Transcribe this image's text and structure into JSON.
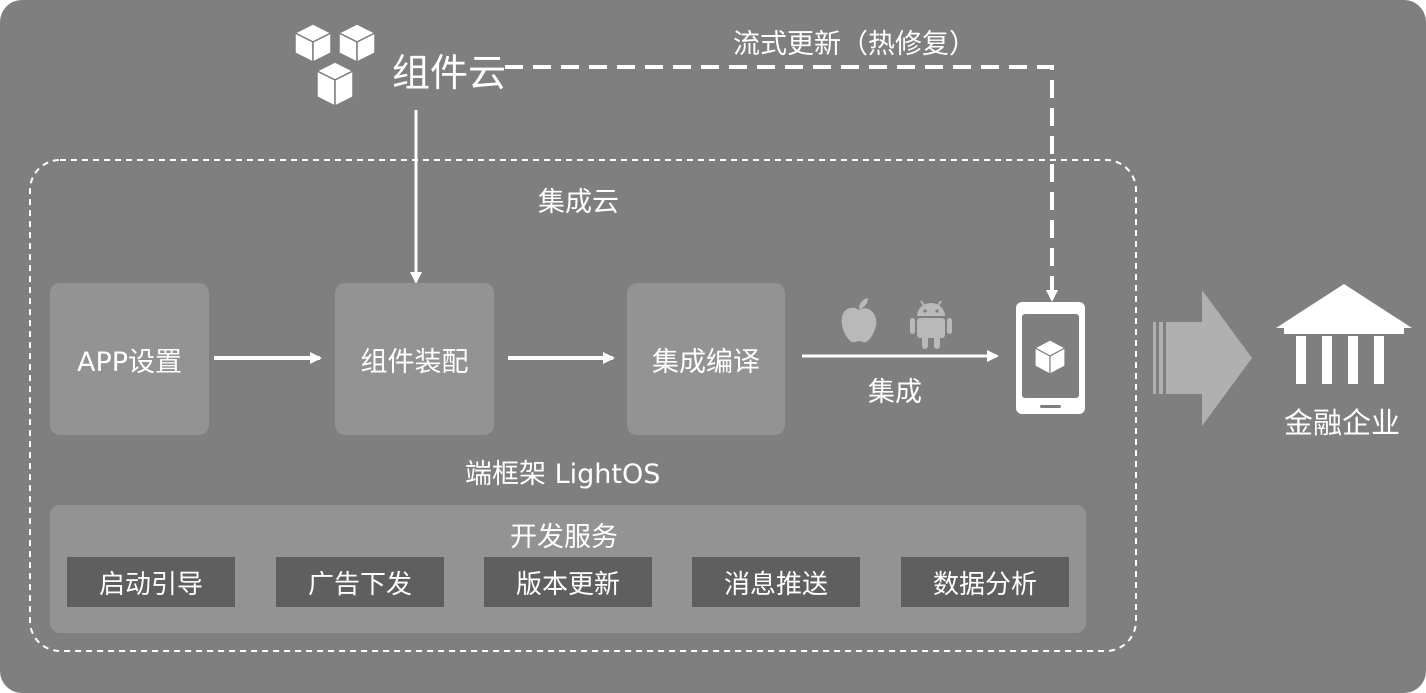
{
  "component_cloud": {
    "label": "组件云",
    "icon": "cubes-icon"
  },
  "stream_update": {
    "label": "流式更新（热修复）"
  },
  "integration_cloud": {
    "label": "集成云"
  },
  "pipeline": {
    "steps": [
      "APP设置",
      "组件装配",
      "集成编译"
    ],
    "integrate_label": "集成"
  },
  "platforms": [
    "apple-icon",
    "android-icon"
  ],
  "device": {
    "icon": "phone-cube-icon"
  },
  "framework": {
    "label": "端框架 LightOS"
  },
  "dev_services": {
    "title": "开发服务",
    "items": [
      "启动引导",
      "广告下发",
      "版本更新",
      "消息推送",
      "数据分析"
    ]
  },
  "target": {
    "label": "金融企业",
    "icon": "bank-icon"
  },
  "colors": {
    "background": "#7f7f7f",
    "box": "#939393",
    "service_box": "#5f5f5f",
    "foreground": "#ffffff"
  }
}
